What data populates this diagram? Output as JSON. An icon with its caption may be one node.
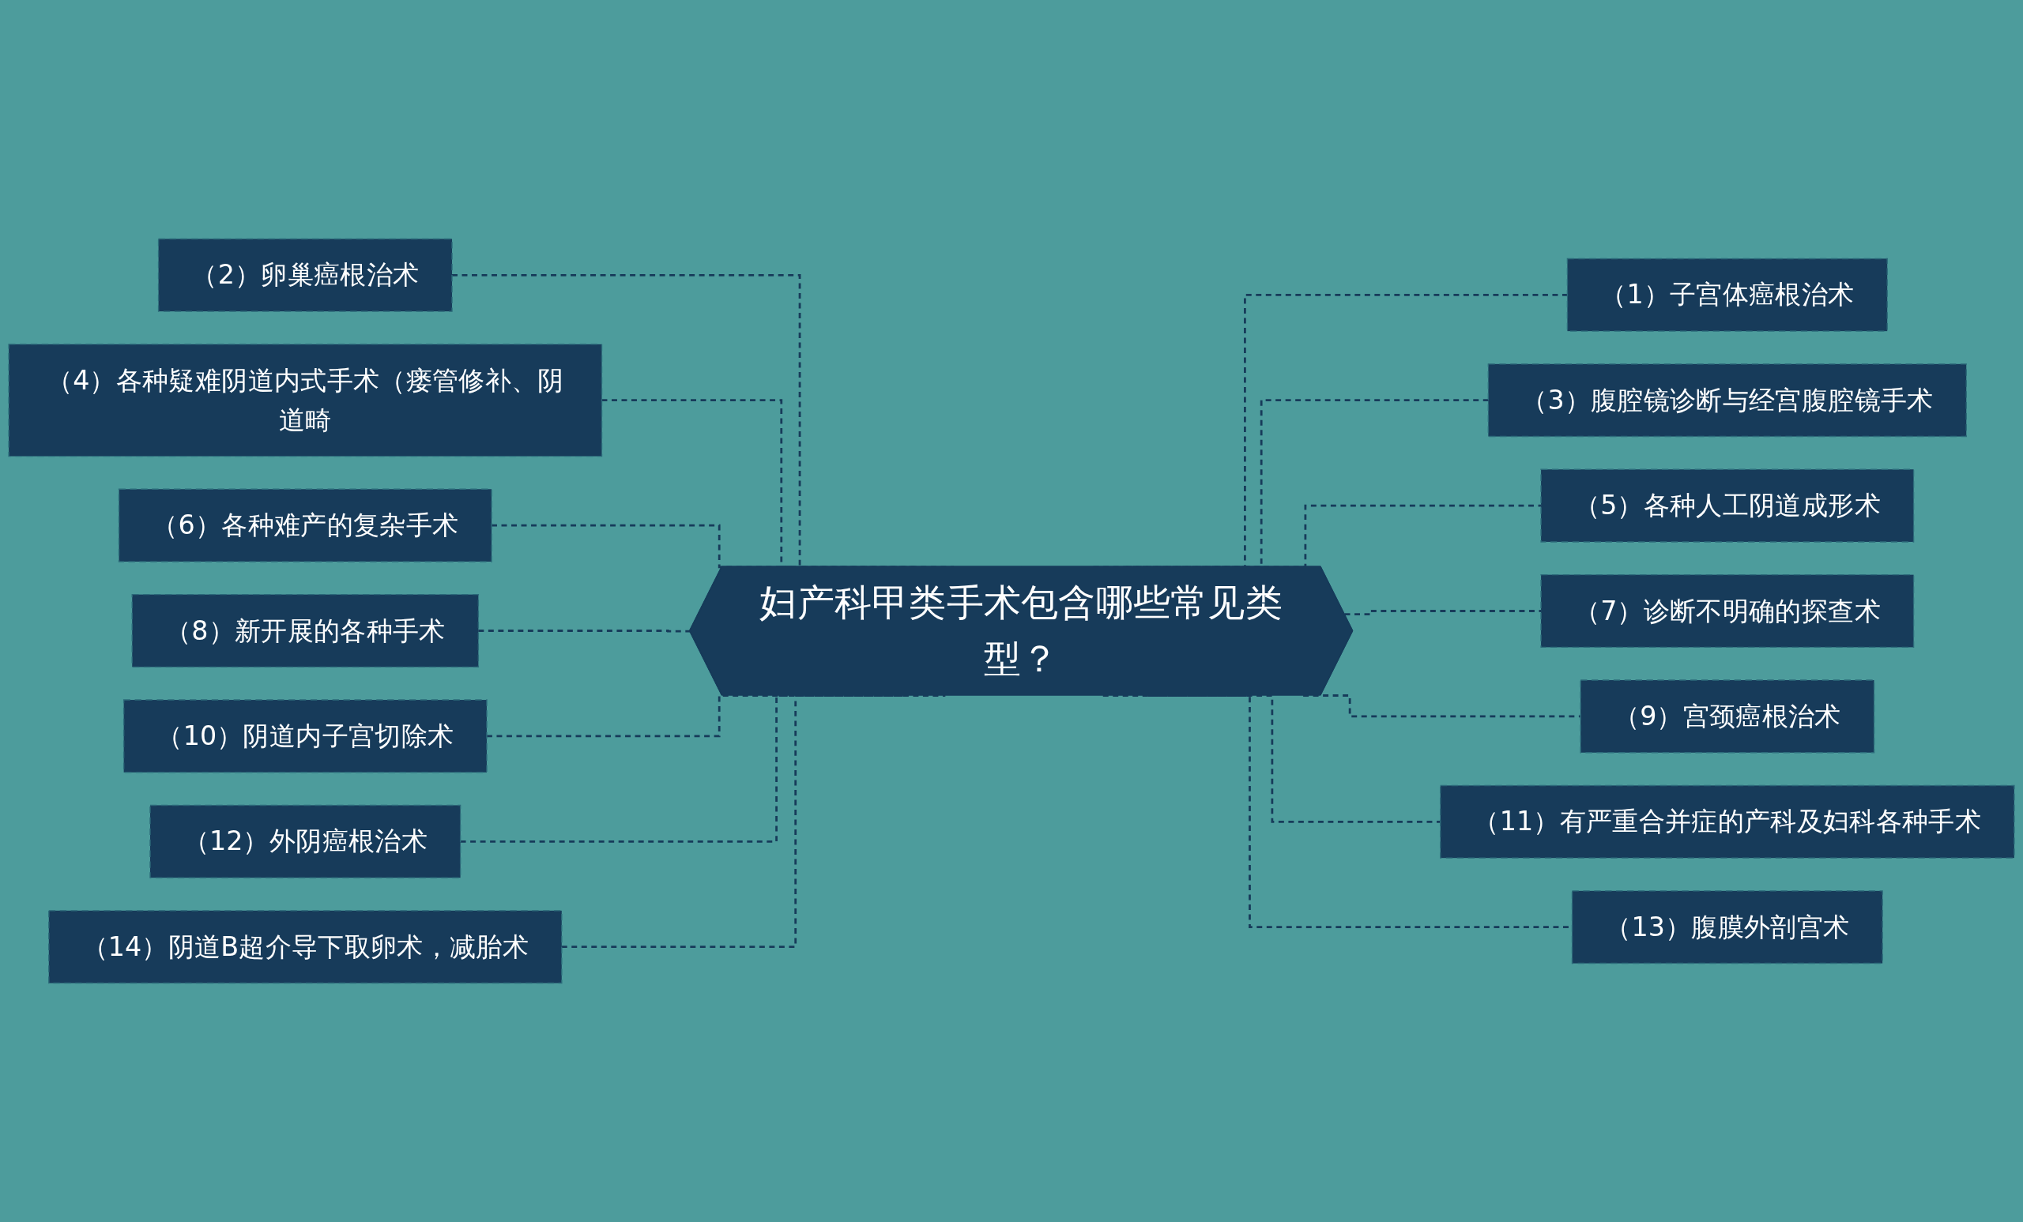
{
  "diagram": {
    "nodes": [
      {
        "text": [
          "妇产科甲类手术包含哪些常见类型？"
        ]
      },
      {
        "text": [
          "（1）子宫体癌根治术"
        ]
      },
      {
        "text": [
          "（2）卵巢癌根治术"
        ]
      },
      {
        "text": [
          "（3）腹腔镜诊断与经宫腹腔镜手术"
        ]
      },
      {
        "text": [
          "（4）各种疑难阴道内式手术（瘘管修补、阴道畸"
        ]
      },
      {
        "text": [
          "（5）各种人工阴道成形术"
        ]
      },
      {
        "text": [
          "（6）各种难产的复杂手术"
        ]
      },
      {
        "text": [
          "（7）诊断不明确的探查术"
        ]
      },
      {
        "text": [
          "（8）新开展的各种手术"
        ]
      },
      {
        "text": [
          "（9）宫颈癌根治术"
        ]
      },
      {
        "text": [
          "（10）阴道内子宫切除术"
        ]
      },
      {
        "text": [
          "（11）有严重合并症的产科及妇科各种手术"
        ]
      },
      {
        "text": [
          "（12）外阴癌根治术"
        ]
      },
      {
        "text": [
          "（13）腹膜外剖宫术"
        ]
      },
      {
        "text": [
          "（14）阴道B超介导下取卵术，减胎术"
        ]
      }
    ],
    "edges": [
      {
        "from": 0,
        "to": 1,
        "arrow": "none",
        "style": "dashed"
      },
      {
        "from": 2,
        "to": 0,
        "arrow": "none",
        "style": "dashed"
      },
      {
        "from": 0,
        "to": 3,
        "arrow": "none",
        "style": "dashed"
      },
      {
        "from": 4,
        "to": 0,
        "arrow": "none",
        "style": "dashed"
      },
      {
        "from": 0,
        "to": 5,
        "arrow": "none",
        "style": "dashed"
      },
      {
        "from": 6,
        "to": 0,
        "arrow": "none",
        "style": "dashed"
      },
      {
        "from": 0,
        "to": 7,
        "arrow": "none",
        "style": "dashed"
      },
      {
        "from": 8,
        "to": 0,
        "arrow": "none",
        "style": "dashed"
      },
      {
        "from": 0,
        "to": 9,
        "arrow": "none",
        "style": "dashed"
      },
      {
        "from": 10,
        "to": 0,
        "arrow": "none",
        "style": "dashed"
      },
      {
        "from": 0,
        "to": 11,
        "arrow": "none",
        "style": "dashed"
      },
      {
        "from": 12,
        "to": 0,
        "arrow": "none",
        "style": "dashed"
      },
      {
        "from": 0,
        "to": 13,
        "arrow": "none",
        "style": "dashed"
      },
      {
        "from": 14,
        "to": 0,
        "arrow": "none",
        "style": "dashed"
      }
    ]
  }
}
